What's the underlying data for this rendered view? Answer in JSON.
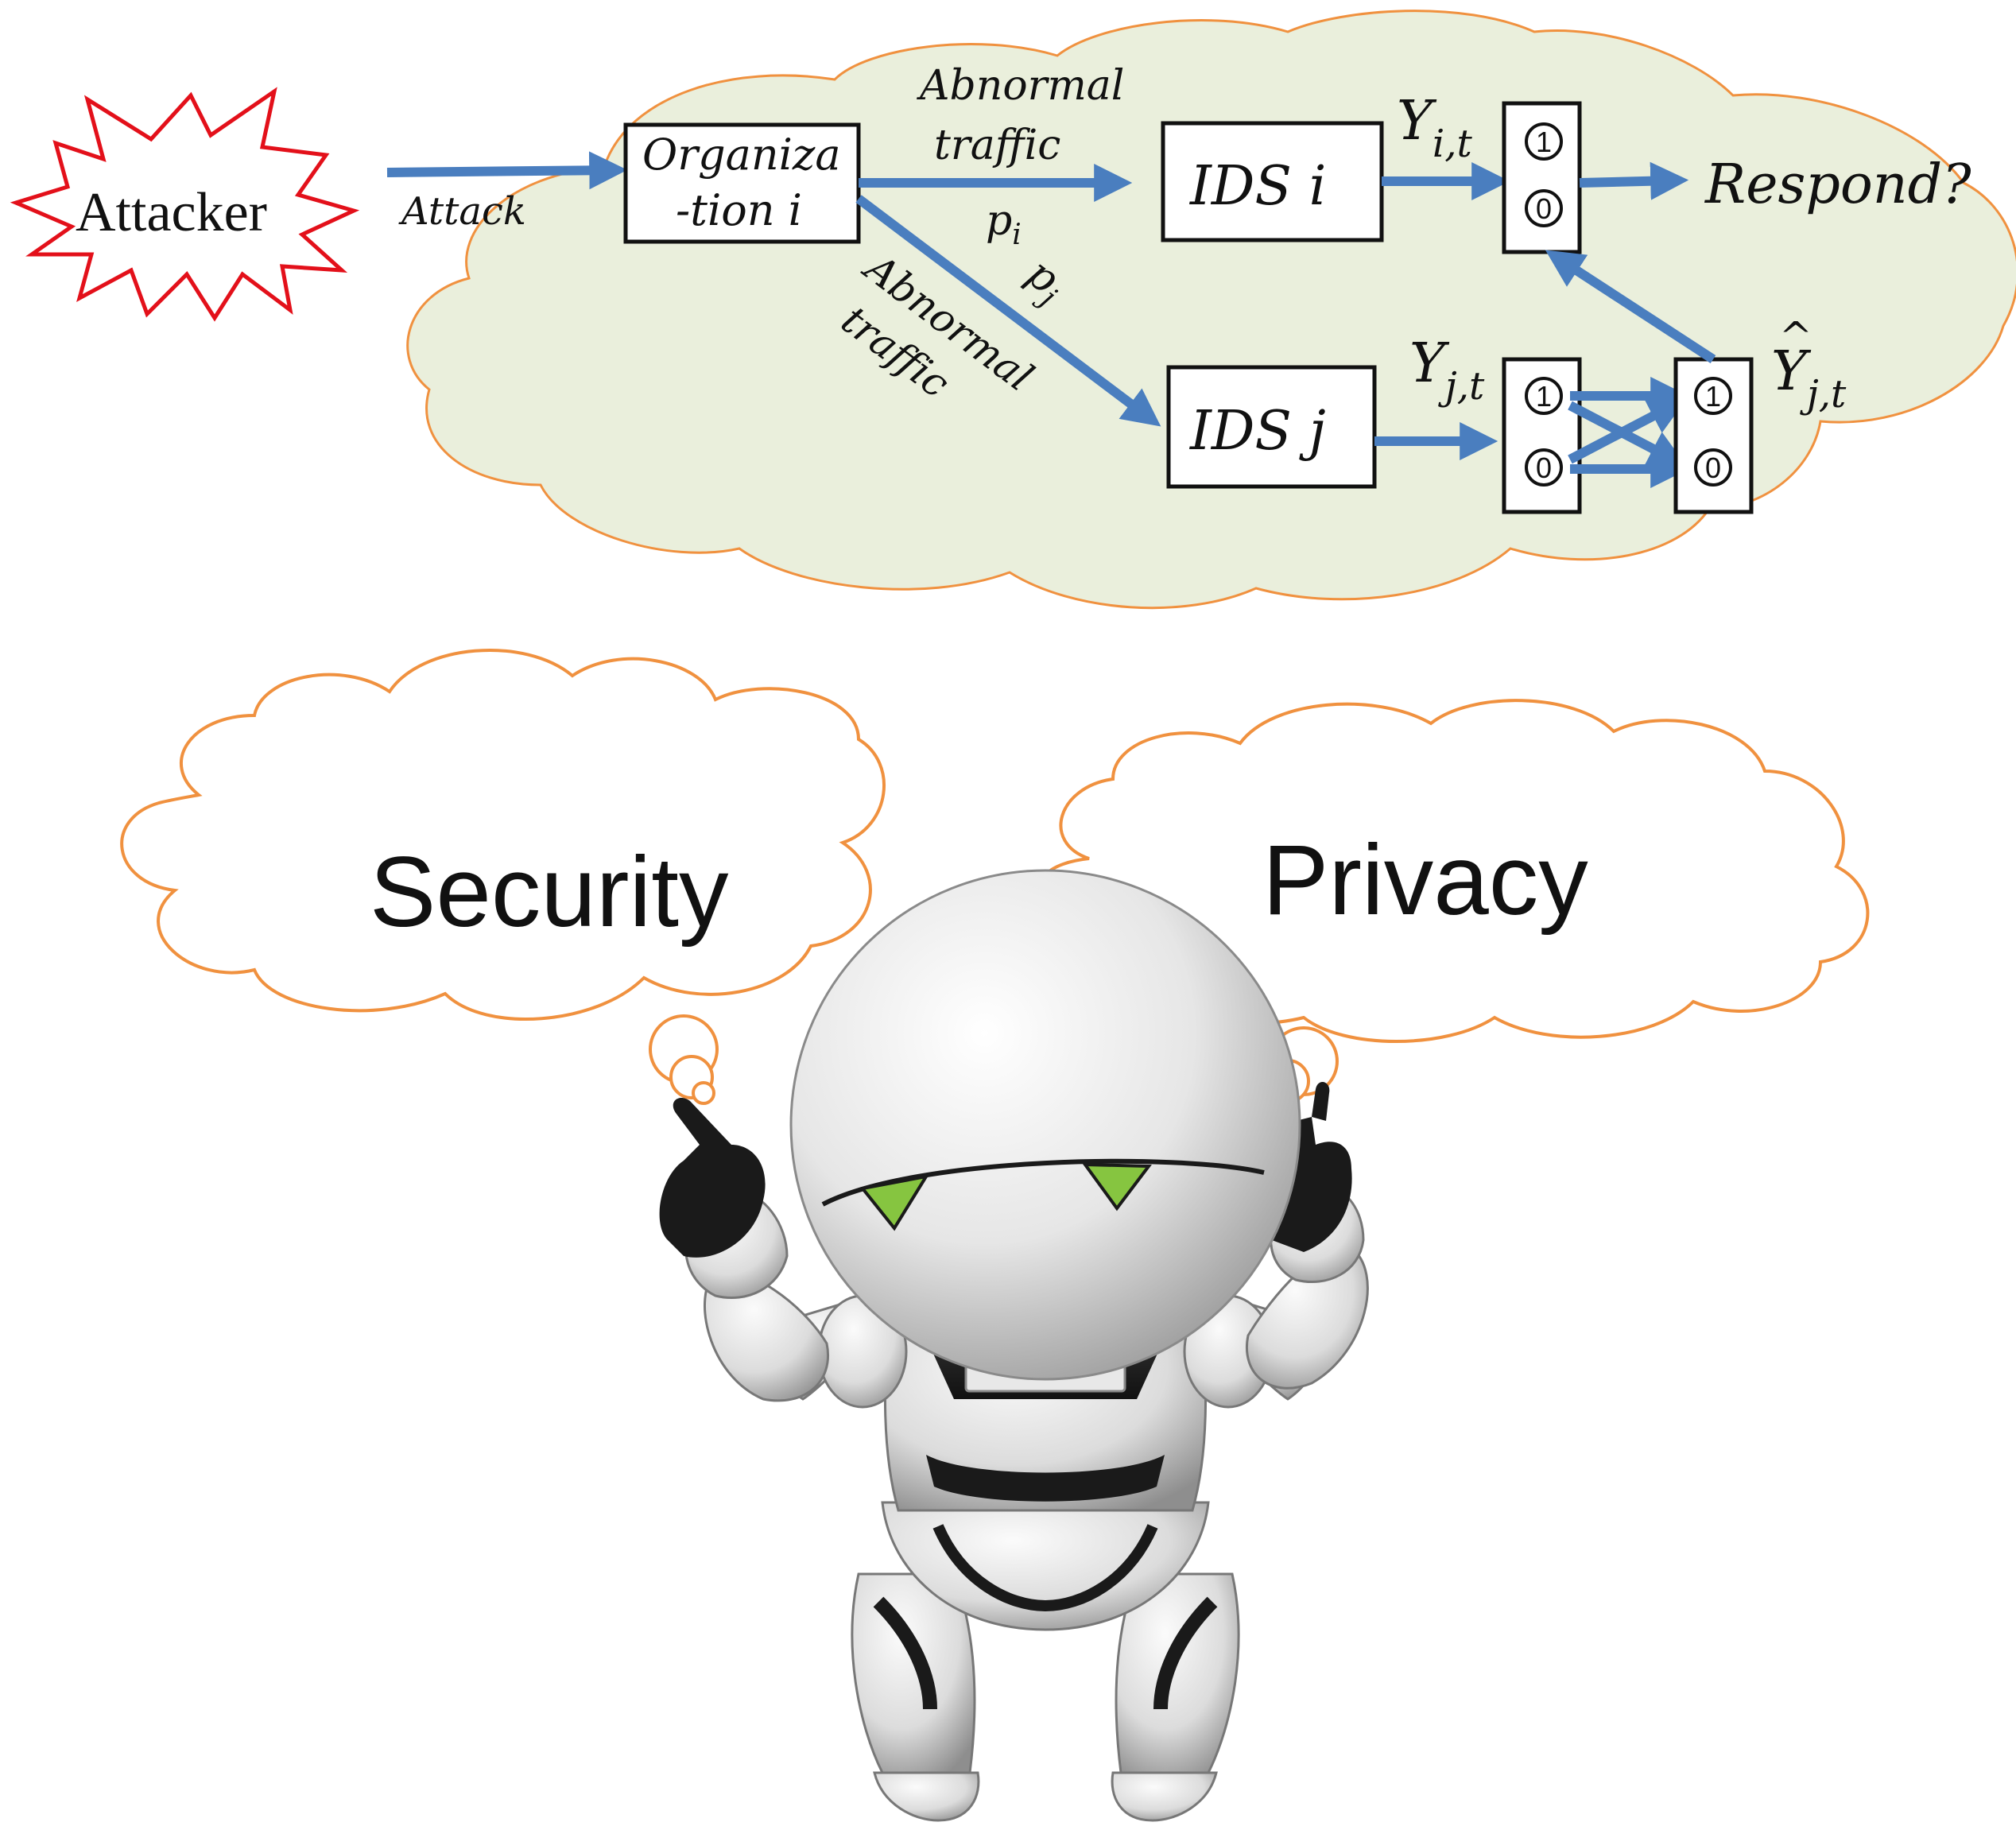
{
  "diagram": {
    "attacker": "Attacker",
    "attack_label": "Attack",
    "organization": {
      "line1": "Organiza",
      "line2": "-tion i"
    },
    "abnormal_traffic_top": {
      "line1": "Abnormal",
      "line2": "traffic"
    },
    "abnormal_traffic_bottom": {
      "line1": "Abnormal",
      "line2": "traffic"
    },
    "p_i": {
      "base": "p",
      "sub": "i"
    },
    "p_j": {
      "base": "p",
      "sub": "j"
    },
    "ids_i": "IDS i",
    "ids_j": "IDS j",
    "y_it": {
      "base": "Y",
      "sub": "i,t"
    },
    "y_jt": {
      "base": "Y",
      "sub": "j,t"
    },
    "y_hat_jt": {
      "base": "Y",
      "hat": "^",
      "sub": "j,t"
    },
    "bit_one": "1",
    "bit_zero": "0",
    "respond": "Respond?"
  },
  "thoughts": {
    "left": "Security",
    "right": "Privacy"
  },
  "colors": {
    "arrow": "#4a7ebf",
    "cloud_outline": "#f0913f",
    "cloud_fill": "#eaefdc",
    "attacker_burst": "#e3101a",
    "robot_eye": "#86c540"
  }
}
